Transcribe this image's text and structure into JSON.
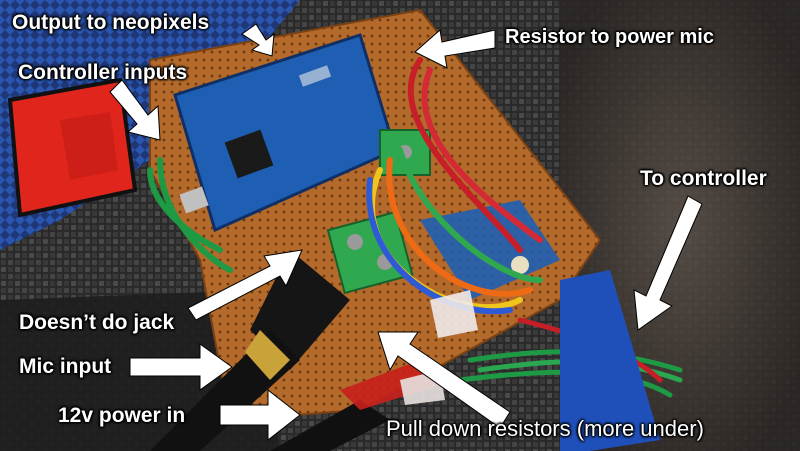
{
  "annotations": {
    "output_neopixels": "Output to neopixels",
    "controller_inputs": "Controller inputs",
    "resistor_power_mic": "Resistor to power mic",
    "to_controller": "To controller",
    "doesnt_do_jack": "Doesn’t do jack",
    "mic_input": "Mic input",
    "power_in": "12v power in",
    "pull_down": "Pull down resistors (more under)"
  },
  "colors": {
    "label_text": "#ffffff",
    "arrow_fill": "#ffffff",
    "board_blue": "#1f5fb3",
    "perfboard": "#b06a2c",
    "terminal_green": "#2fa84f"
  }
}
